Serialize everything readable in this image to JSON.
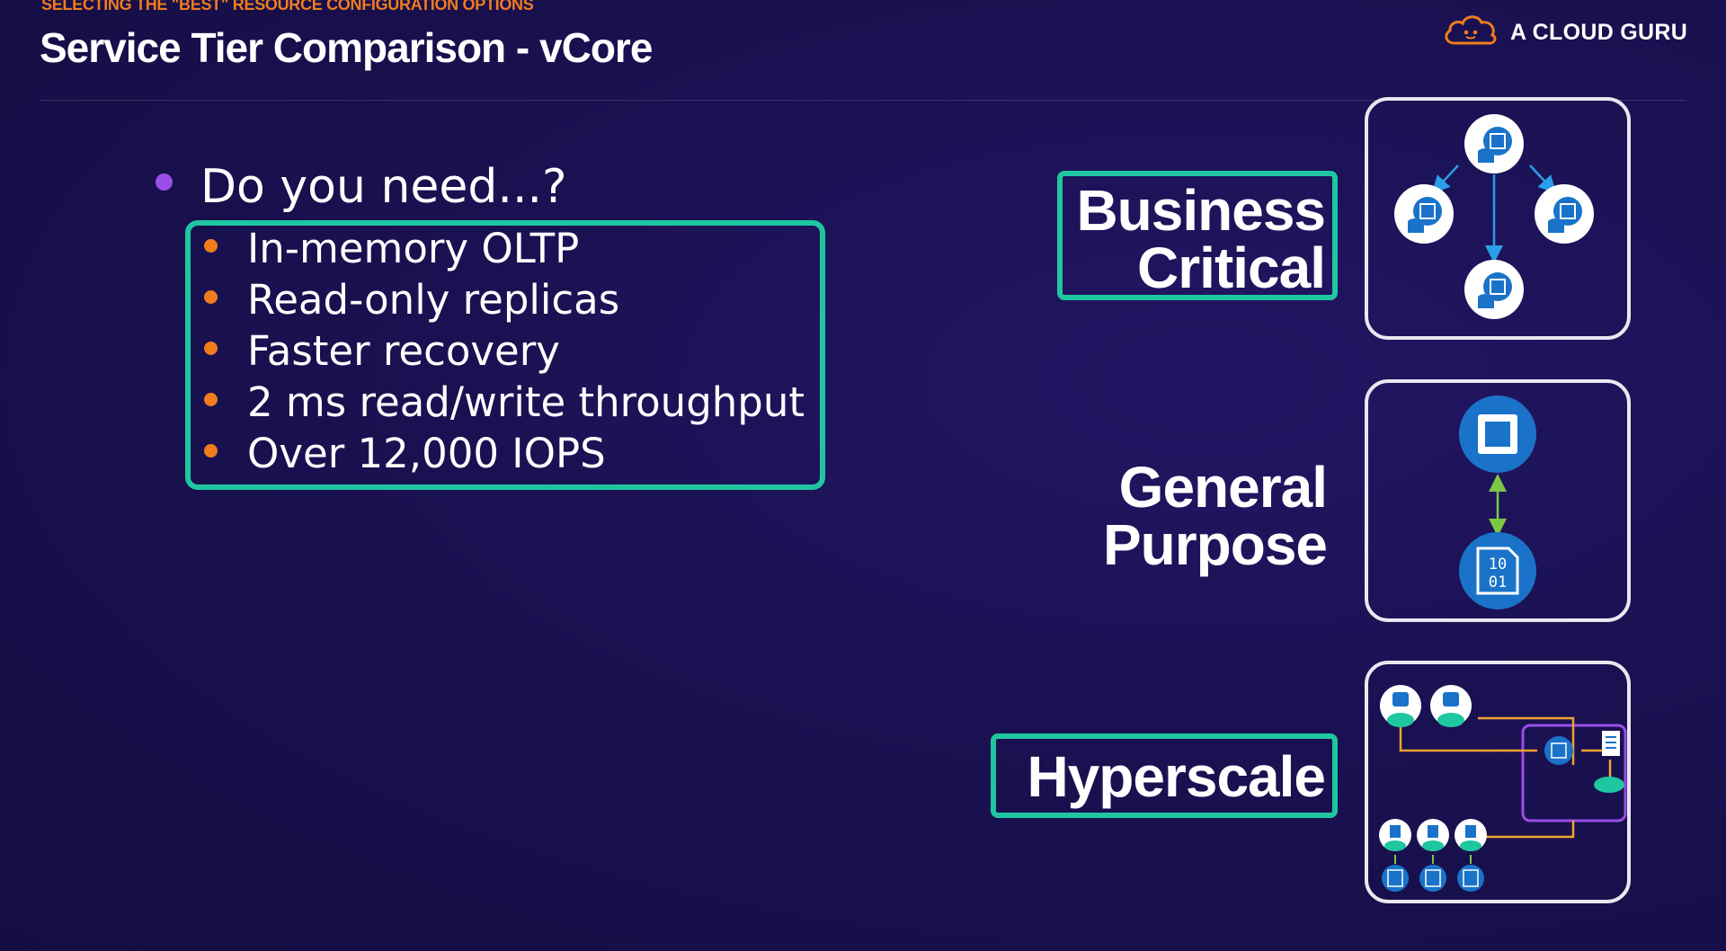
{
  "header": {
    "kicker": "SELECTING THE \"BEST\" RESOURCE CONFIGURATION OPTIONS",
    "title": "Service Tier Comparison - vCore",
    "logo_text": "A CLOUD GURU"
  },
  "question": {
    "label": "Do you need...?",
    "items": [
      "In-memory OLTP",
      "Read-only replicas",
      "Faster recovery",
      "2 ms read/write throughput",
      "Over 12,000 IOPS"
    ]
  },
  "tiers": {
    "business_critical": [
      "Business",
      "Critical"
    ],
    "general_purpose": [
      "General",
      "Purpose"
    ],
    "hyperscale": "Hyperscale"
  },
  "icons": {
    "logo": "cloud-logo-icon",
    "business_critical_diagram": "replica-cluster-icon",
    "general_purpose_diagram": "compute-storage-icon",
    "hyperscale_diagram": "hyperscale-architecture-icon"
  },
  "colors": {
    "accent_orange": "#f07c1e",
    "accent_teal": "#1fc7a0",
    "accent_purple": "#9a4de8",
    "icon_blue": "#1a73c9"
  }
}
